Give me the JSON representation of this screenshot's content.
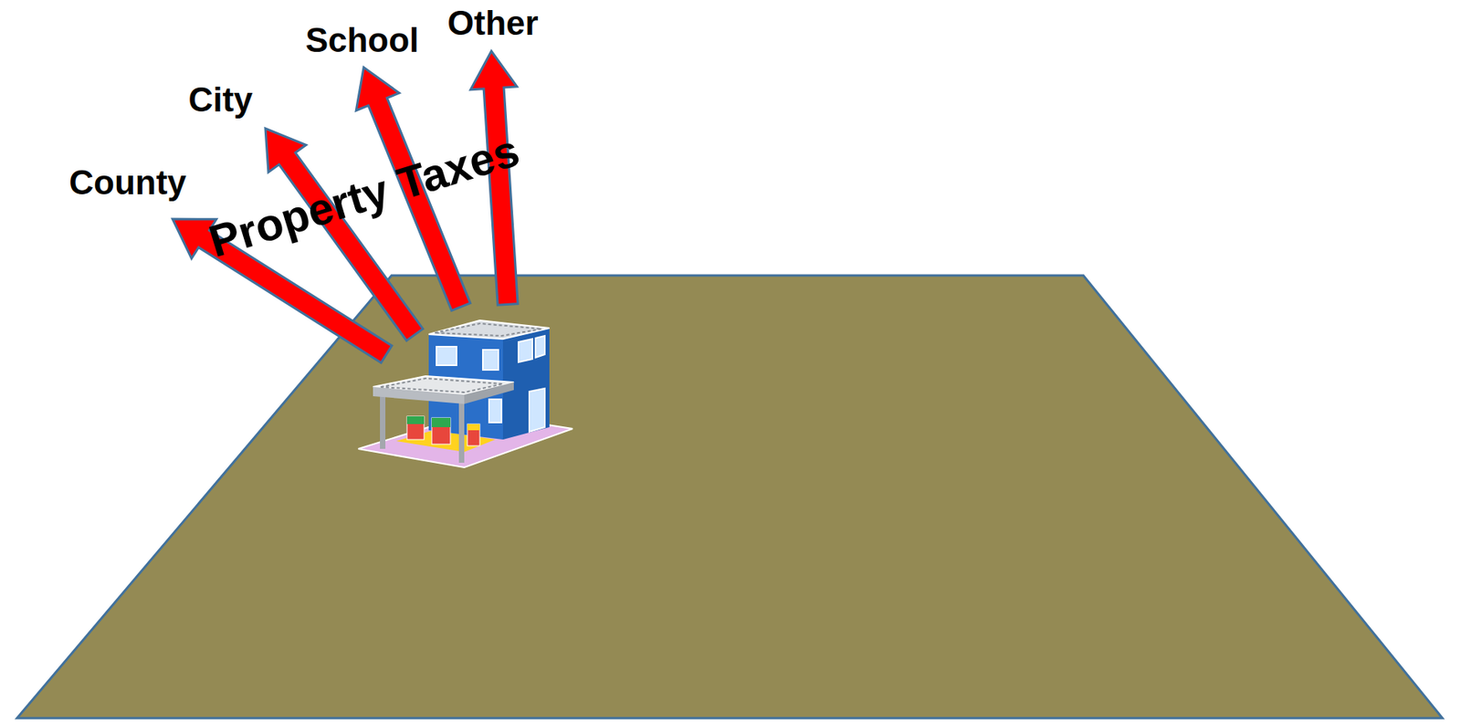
{
  "diagram": {
    "labels": [
      "County",
      "City",
      "School",
      "Other",
      "Property Taxes"
    ]
  }
}
